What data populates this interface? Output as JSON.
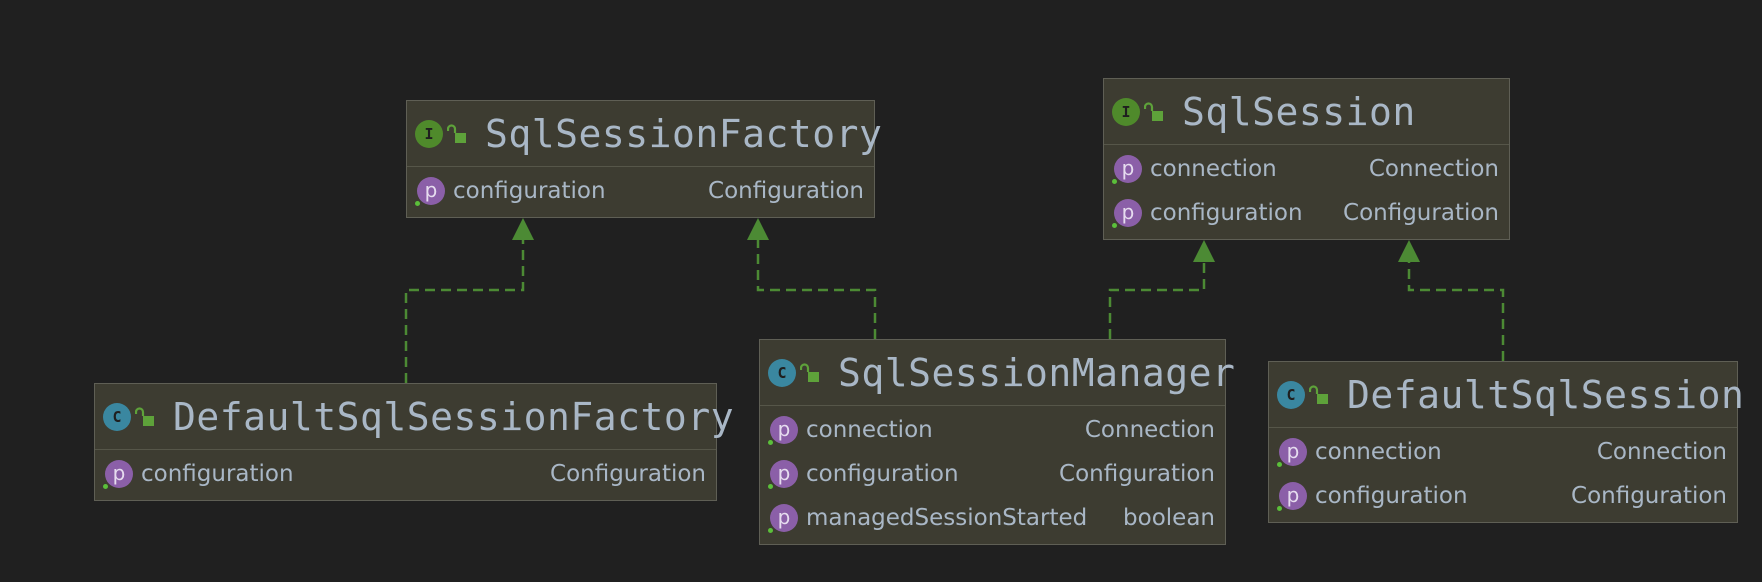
{
  "colors": {
    "background": "#202020",
    "node_fill": "#3d3c31",
    "edge": "#4c8a34",
    "interface_badge": "#4f8a2b",
    "class_badge": "#3a87a0",
    "property_badge": "#8b5fa8",
    "text": "#a9b7c6"
  },
  "nodes": {
    "sqlSessionFactory": {
      "kind": "interface",
      "kind_letter": "I",
      "name": "SqlSessionFactory",
      "fields": [
        {
          "icon": "p",
          "name": "configuration",
          "type": "Configuration"
        }
      ]
    },
    "sqlSession": {
      "kind": "interface",
      "kind_letter": "I",
      "name": "SqlSession",
      "fields": [
        {
          "icon": "p",
          "name": "connection",
          "type": "Connection"
        },
        {
          "icon": "p",
          "name": "configuration",
          "type": "Configuration"
        }
      ]
    },
    "defaultSqlSessionFactory": {
      "kind": "class",
      "kind_letter": "C",
      "name": "DefaultSqlSessionFactory",
      "fields": [
        {
          "icon": "p",
          "name": "configuration",
          "type": "Configuration"
        }
      ]
    },
    "sqlSessionManager": {
      "kind": "class",
      "kind_letter": "C",
      "name": "SqlSessionManager",
      "fields": [
        {
          "icon": "p",
          "name": "connection",
          "type": "Connection"
        },
        {
          "icon": "p",
          "name": "configuration",
          "type": "Configuration"
        },
        {
          "icon": "p",
          "name": "managedSessionStarted",
          "type": "boolean"
        }
      ]
    },
    "defaultSqlSession": {
      "kind": "class",
      "kind_letter": "C",
      "name": "DefaultSqlSession",
      "fields": [
        {
          "icon": "p",
          "name": "connection",
          "type": "Connection"
        },
        {
          "icon": "p",
          "name": "configuration",
          "type": "Configuration"
        }
      ]
    }
  },
  "edges": [
    {
      "from": "defaultSqlSessionFactory",
      "to": "sqlSessionFactory",
      "type": "implements"
    },
    {
      "from": "sqlSessionManager",
      "to": "sqlSessionFactory",
      "type": "implements"
    },
    {
      "from": "sqlSessionManager",
      "to": "sqlSession",
      "type": "implements"
    },
    {
      "from": "defaultSqlSession",
      "to": "sqlSession",
      "type": "implements"
    }
  ]
}
